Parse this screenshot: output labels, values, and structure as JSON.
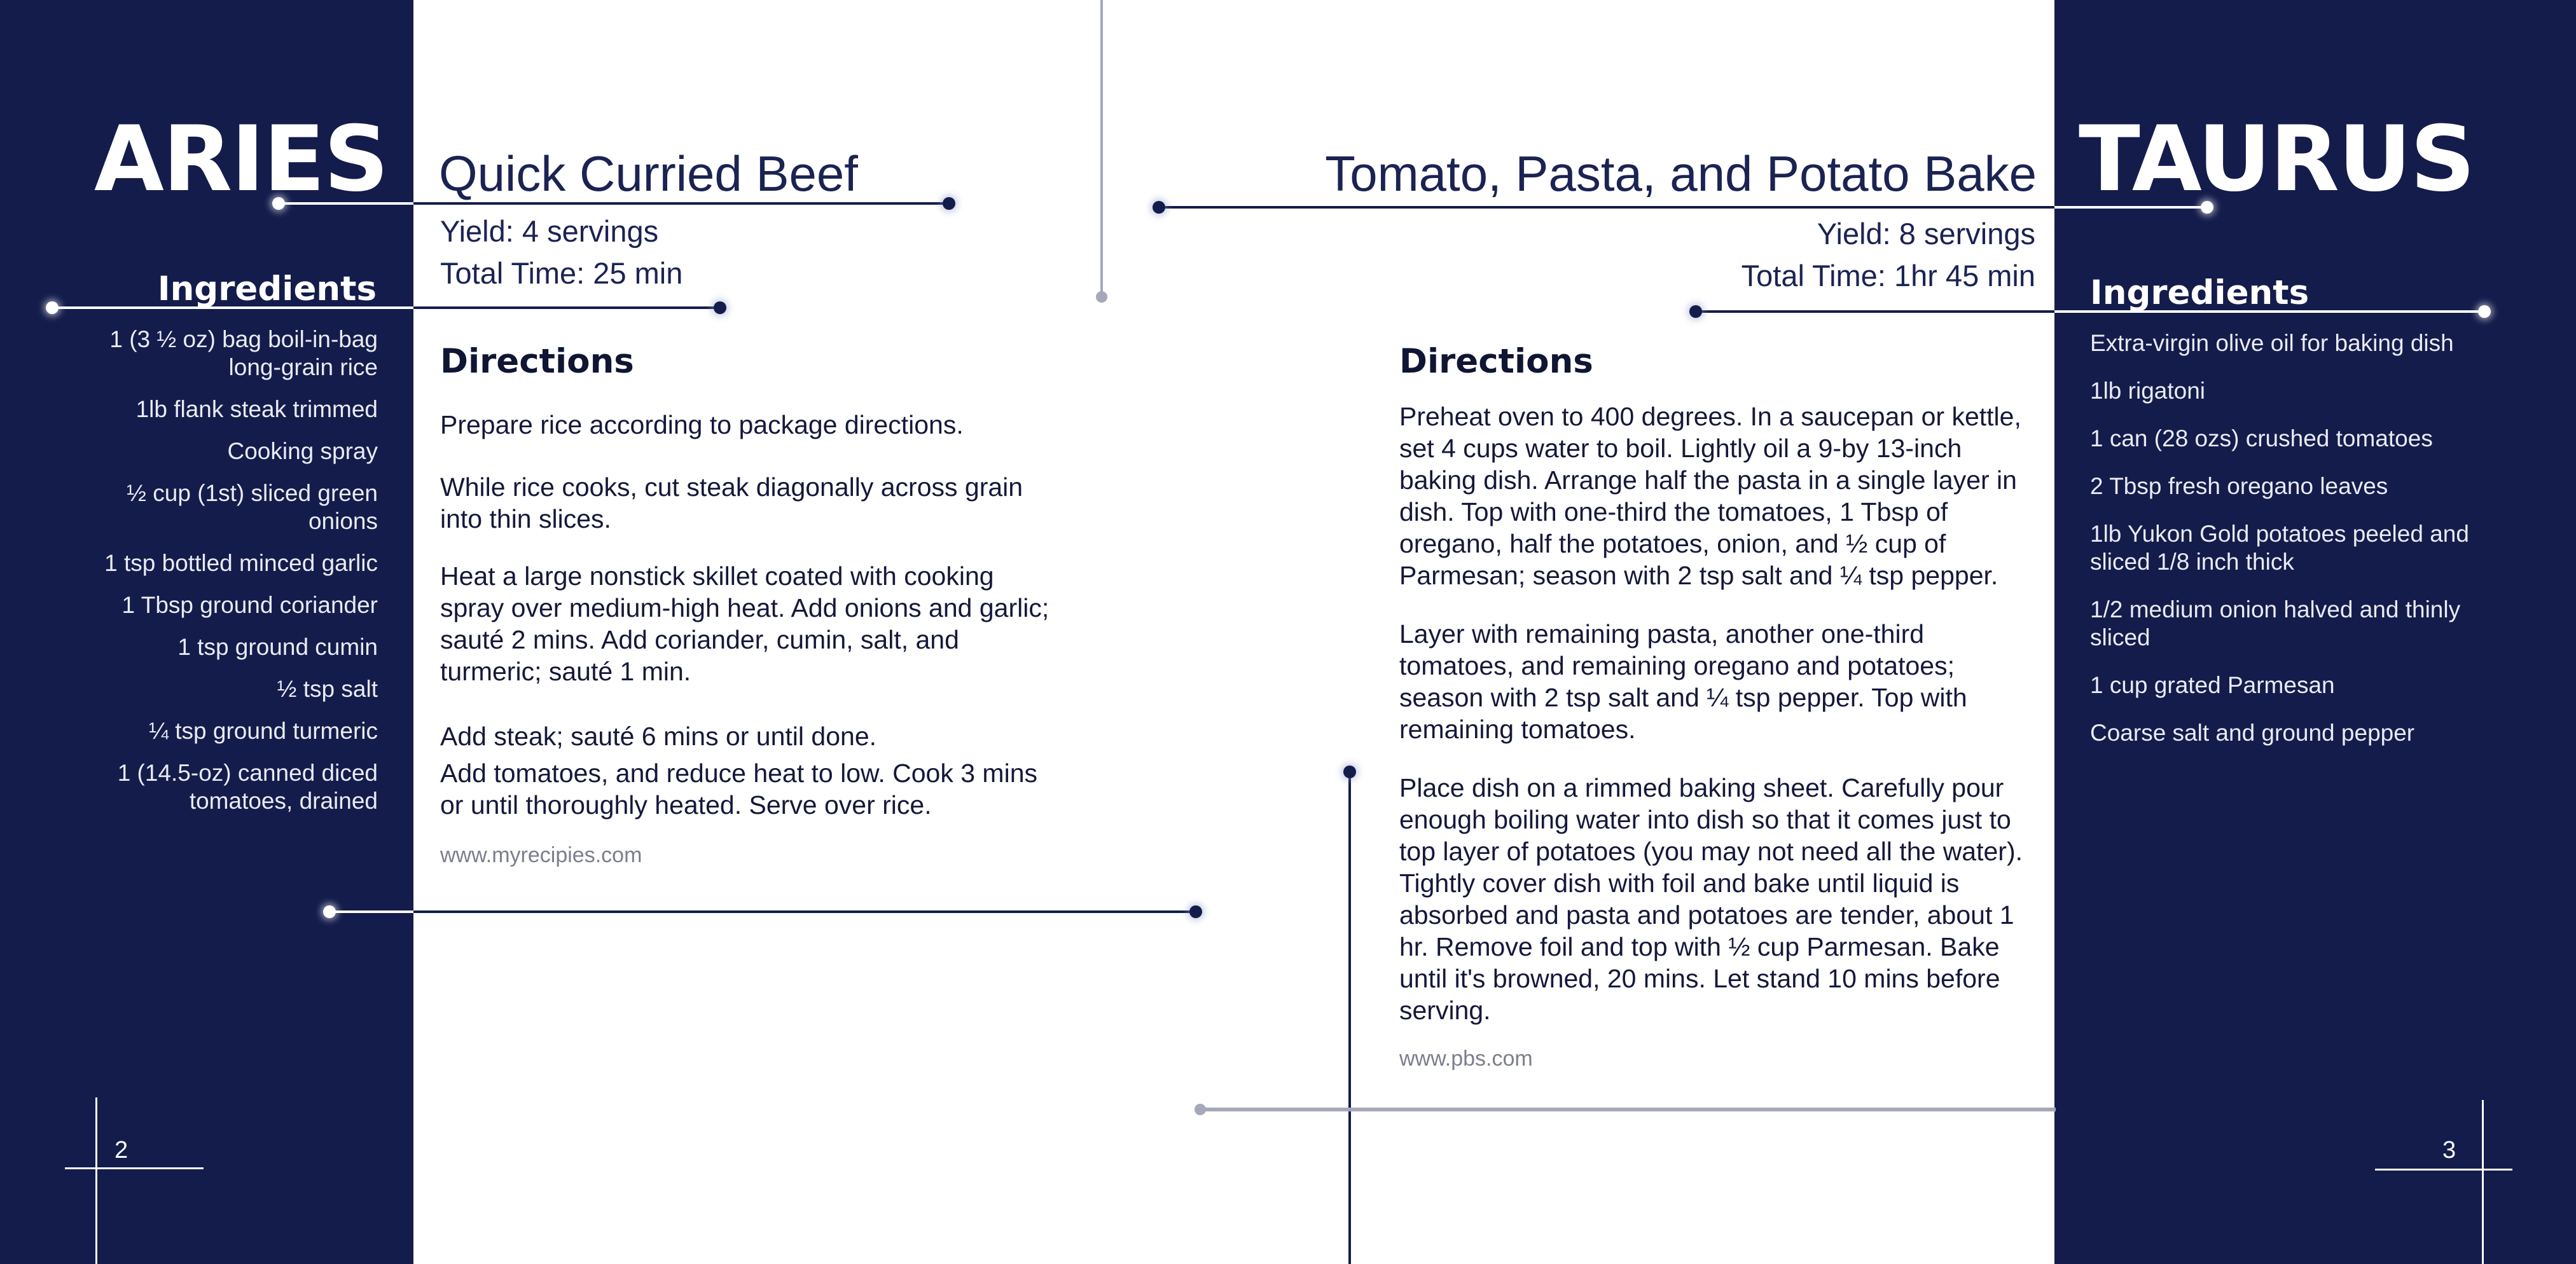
{
  "left_page": {
    "sign": "ARIES",
    "recipe_title": "Quick Curried Beef",
    "yield": "Yield: 4 servings",
    "total_time": "Total Time: 25 min",
    "ingredients_heading": "Ingredients",
    "ingredients": [
      "1 (3 ½ oz) bag boil-in-bag long-grain rice",
      "1lb flank steak trimmed",
      "Cooking spray",
      "½ cup (1st) sliced green onions",
      "1 tsp bottled minced garlic",
      "1 Tbsp ground coriander",
      "1 tsp ground cumin",
      "½ tsp salt",
      "¼ tsp ground turmeric",
      "1 (14.5-oz) canned diced tomatoes, drained"
    ],
    "directions_heading": "Directions",
    "directions": [
      "Prepare rice according to package directions.",
      "While rice cooks, cut steak diagonally across grain into thin slices.",
      "Heat a large nonstick skillet coated with cooking spray over medium-high heat. Add onions and garlic; sauté 2 mins. Add coriander, cumin, salt, and turmeric; sauté 1 min.",
      "Add steak; sauté 6 mins or until done.",
      "Add tomatoes, and reduce heat to low. Cook 3 mins or until thoroughly heated. Serve over rice."
    ],
    "source": "www.myrecipies.com",
    "page_number": "2"
  },
  "right_page": {
    "sign": "TAURUS",
    "recipe_title": "Tomato, Pasta, and Potato Bake",
    "yield": "Yield: 8 servings",
    "total_time": "Total Time: 1hr 45 min",
    "ingredients_heading": "Ingredients",
    "ingredients": [
      "Extra-virgin olive oil for baking dish",
      "1lb rigatoni",
      "1 can (28 ozs) crushed tomatoes",
      "2 Tbsp fresh oregano leaves",
      "1lb Yukon Gold potatoes peeled and sliced 1/8 inch thick",
      "1/2 medium onion halved and thinly sliced",
      "1 cup grated Parmesan",
      "Coarse salt and ground pepper"
    ],
    "directions_heading": "Directions",
    "directions": [
      "Preheat oven to 400 degrees. In a saucepan or kettle, set 4 cups water to boil. Lightly oil a 9-by 13-inch baking dish. Arrange half the pasta in a single layer in dish. Top with one-third the tomatoes, 1 Tbsp of oregano, half the potatoes, onion, and ½ cup of Parmesan; season with 2 tsp salt and ¼ tsp pepper.",
      "Layer with remaining pasta, another one-third tomatoes, and remaining oregano and potatoes; season with 2 tsp salt and ¼ tsp pepper. Top with remaining tomatoes.",
      "Place dish on a rimmed baking sheet. Carefully pour enough boiling water into dish so that it comes just to top layer of potatoes (you may not need all the water). Tightly cover dish with foil and bake until liquid is absorbed and pasta and potatoes are tender, about 1 hr. Remove foil and top with ½ cup Parmesan. Bake until it's browned, 20 mins. Let stand 10 mins before serving."
    ],
    "source": "www.pbs.com",
    "page_number": "3"
  },
  "colors": {
    "navy_panel": "#141c4b",
    "title_navy": "#1b2353",
    "source_grey": "#7c7e8e",
    "accent_grey": "#a4a8b8"
  }
}
